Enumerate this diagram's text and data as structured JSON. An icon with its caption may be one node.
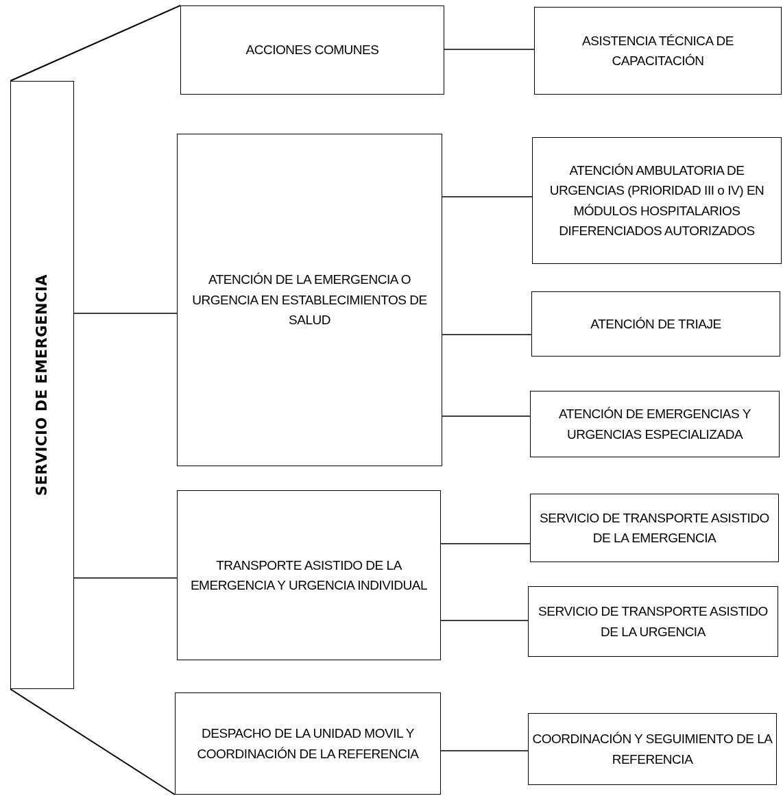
{
  "diagram": {
    "nodes": [
      {
        "text": [
          "SERVICIO DE EMERGENCIA"
        ]
      },
      {
        "text": [
          "ACCIONES COMUNES"
        ]
      },
      {
        "text": [
          "ASISTENCIA TÉCNICA DE CAPACITACIÓN"
        ]
      },
      {
        "text": [
          "ATENCIÓN DE LA EMERGENCIA O URGENCIA EN ESTABLECIMIENTOS DE SALUD"
        ]
      },
      {
        "text": [
          "ATENCIÓN AMBULATORIA DE URGENCIAS (PRIORIDAD III o IV) EN MÓDULOS HOSPITALARIOS DIFERENCIADOS AUTORIZADOS"
        ]
      },
      {
        "text": [
          "ATENCIÓN DE TRIAJE"
        ]
      },
      {
        "text": [
          "ATENCIÓN DE EMERGENCIAS Y URGENCIAS ESPECIALIZADA"
        ]
      },
      {
        "text": [
          "TRANSPORTE ASISTIDO DE LA EMERGENCIA Y URGENCIA INDIVIDUAL"
        ]
      },
      {
        "text": [
          "SERVICIO DE TRANSPORTE ASISTIDO DE LA EMERGENCIA"
        ]
      },
      {
        "text": [
          "SERVICIO DE TRANSPORTE ASISTIDO DE LA URGENCIA"
        ]
      },
      {
        "text": [
          "DESPACHO DE LA UNIDAD MOVIL Y COORDINACIÓN DE LA REFERENCIA"
        ]
      },
      {
        "text": [
          "COORDINACIÓN Y SEGUIMIENTO DE LA REFERENCIA"
        ]
      }
    ],
    "edges": [
      {
        "from": 0,
        "to": 3,
        "arrow": "none"
      },
      {
        "from": 0,
        "to": 7,
        "arrow": "none"
      },
      {
        "from": 1,
        "to": 2,
        "arrow": "none"
      },
      {
        "from": 3,
        "to": 4,
        "arrow": "none"
      },
      {
        "from": 3,
        "to": 5,
        "arrow": "none"
      },
      {
        "from": 3,
        "to": 6,
        "arrow": "none"
      },
      {
        "from": 7,
        "to": 8,
        "arrow": "none"
      },
      {
        "from": 7,
        "to": 9,
        "arrow": "none"
      },
      {
        "from": 10,
        "to": 11,
        "arrow": "none"
      },
      {
        "from": 0,
        "to": 1,
        "arrow": "none"
      },
      {
        "from": 0,
        "to": 10,
        "arrow": "none"
      }
    ]
  }
}
